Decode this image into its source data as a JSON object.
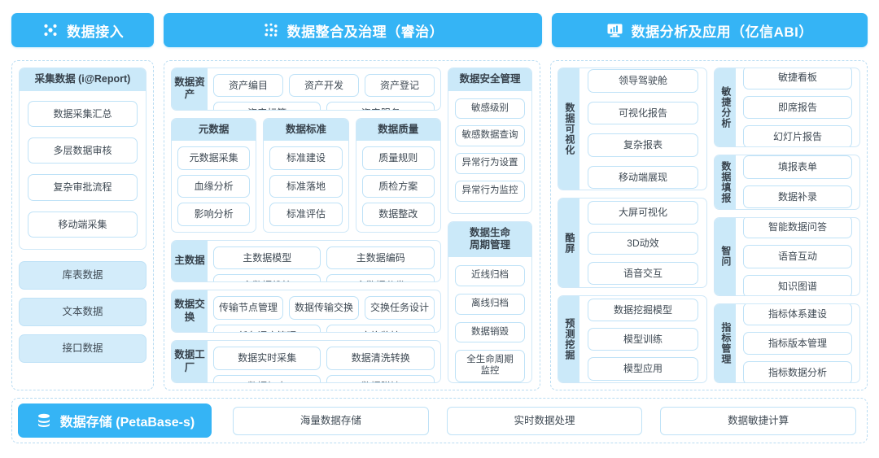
{
  "headers": [
    {
      "label": "数据接入",
      "icon": "nodes-icon"
    },
    {
      "label": "数据整合及治理（睿治）",
      "icon": "dots-grid-icon"
    },
    {
      "label": "数据分析及应用（亿信ABI）",
      "icon": "monitor-chart-icon"
    }
  ],
  "ingest": {
    "card": {
      "title": "采集数据 (i@Report)",
      "items": [
        "数据采集汇总",
        "多层数据审核",
        "复杂审批流程",
        "移动端采集"
      ]
    },
    "sources": [
      "库表数据",
      "文本数据",
      "接口数据"
    ]
  },
  "governance": {
    "asset_group": {
      "label": "数据资产",
      "rows": [
        [
          "资产编目",
          "资产开发",
          "资产登记"
        ],
        [
          "资产标签",
          "资产服务"
        ]
      ]
    },
    "trio": [
      {
        "title": "元数据",
        "items": [
          "元数据采集",
          "血缘分析",
          "影响分析"
        ]
      },
      {
        "title": "数据标准",
        "items": [
          "标准建设",
          "标准落地",
          "标准评估"
        ]
      },
      {
        "title": "数据质量",
        "items": [
          "质量规则",
          "质检方案",
          "数据整改"
        ]
      }
    ],
    "master_group": {
      "label": "主数据",
      "rows": [
        [
          "主数据模型",
          "主数据编码"
        ],
        [
          "主数据维护",
          "主数据分发"
        ]
      ]
    },
    "exchange_group": {
      "label": "数据交换",
      "rows": [
        [
          "传输节点管理",
          "数据传输交换",
          "交换任务设计"
        ],
        [
          "任务调度管理",
          "交换监控"
        ]
      ]
    },
    "factory_group": {
      "label": "数据工厂",
      "rows": [
        [
          "数据实时采集",
          "数据清洗转换"
        ],
        [
          "数据加密",
          "数据脱敏"
        ]
      ]
    },
    "security_card": {
      "title": "数据安全管理",
      "items": [
        "敏感级别",
        "敏感数据查询",
        "异常行为设置",
        "异常行为监控"
      ]
    },
    "lifecycle_card": {
      "title": "数据生命\n周期管理",
      "title_line1": "数据生命",
      "title_line2": "周期管理",
      "items": [
        "近线归档",
        "离线归档",
        "数据销毁",
        "全生命周期\n监控"
      ],
      "items_last_line1": "全生命周期",
      "items_last_line2": "监控"
    }
  },
  "analytics": {
    "left_groups": [
      {
        "label": "数据可视化",
        "items": [
          "领导驾驶舱",
          "可视化报告",
          "复杂报表",
          "移动端展现"
        ]
      },
      {
        "label": "酷屏",
        "items": [
          "大屏可视化",
          "3D动效",
          "语音交互"
        ]
      },
      {
        "label": "预测挖掘",
        "items": [
          "数据挖掘模型",
          "模型训练",
          "模型应用"
        ]
      }
    ],
    "right_groups": [
      {
        "label": "敏捷分析",
        "items": [
          "敏捷看板",
          "即席报告",
          "幻灯片报告"
        ]
      },
      {
        "label": "数据填报",
        "items": [
          "填报表单",
          "数据补录"
        ]
      },
      {
        "label": "智问",
        "items": [
          "智能数据问答",
          "语音互动",
          "知识图谱"
        ]
      },
      {
        "label": "指标管理",
        "items": [
          "指标体系建设",
          "指标版本管理",
          "指标数据分析"
        ]
      }
    ]
  },
  "storage": {
    "label": "数据存储 (PetaBase-s)",
    "icon": "database-icon",
    "items": [
      "海量数据存储",
      "实时数据处理",
      "数据敏捷计算"
    ]
  },
  "colors": {
    "brand": "#35b4f5",
    "panel_border": "#b9dcf2",
    "card_border": "#cfe8f8",
    "title_bg": "#cbe9f9",
    "chip_border": "#bfe2f7",
    "chip_solid_bg": "#d3ecfa",
    "text": "#3f4a54"
  }
}
